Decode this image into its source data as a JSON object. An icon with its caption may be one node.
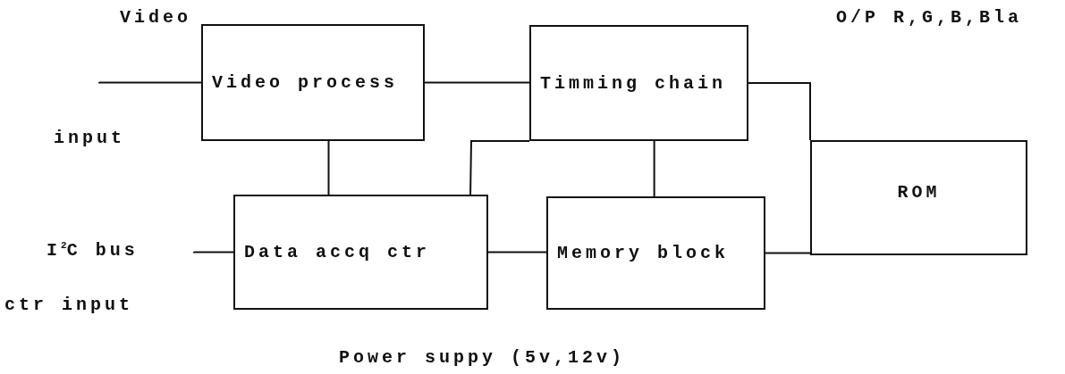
{
  "diagram": {
    "nodes": [
      {
        "text": [
          "Video process"
        ]
      },
      {
        "text": [
          "Timming chain"
        ]
      },
      {
        "text": [
          "ROM"
        ]
      },
      {
        "text": [
          "Data accq ctr"
        ]
      },
      {
        "text": [
          "Memory block"
        ]
      }
    ],
    "edges": [
      {
        "from": null,
        "to": 0,
        "arrow": "none"
      },
      {
        "from": 0,
        "to": 1,
        "arrow": "none"
      },
      {
        "from": 0,
        "to": 3,
        "arrow": "none"
      },
      {
        "from": 1,
        "to": 3,
        "arrow": "none"
      },
      {
        "from": 1,
        "to": 4,
        "arrow": "none"
      },
      {
        "from": 1,
        "to": 2,
        "arrow": "none"
      },
      {
        "from": null,
        "to": 3,
        "arrow": "none"
      },
      {
        "from": 3,
        "to": 4,
        "arrow": "none"
      },
      {
        "from": 4,
        "to": 2,
        "arrow": "none"
      }
    ],
    "labels": [
      "Video",
      "O/P R,G,B,Bla",
      "input",
      "I$^{2}$C bus",
      "ctr input",
      "Power suppy (5v,12v)"
    ]
  }
}
